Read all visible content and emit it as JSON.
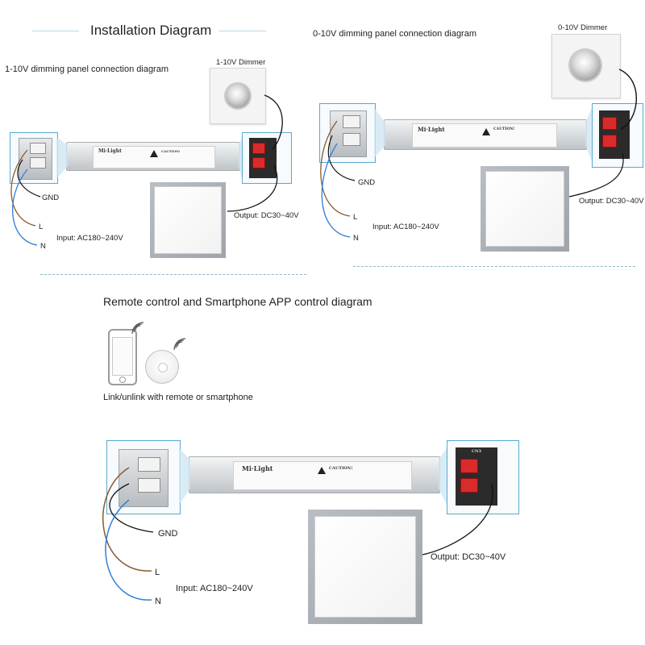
{
  "header": {
    "title": "Installation Diagram"
  },
  "section_1_10v": {
    "subtitle": "1-10V dimming panel connection diagram",
    "dimmer_label": "1-10V Dimmer",
    "gnd": "GND",
    "l": "L",
    "n": "N",
    "input": "Input: AC180~240V",
    "output": "Output: DC30~40V",
    "brand": "Mi·Light",
    "caution": "CAUTION!"
  },
  "section_0_10v": {
    "subtitle": "0-10V dimming panel connection diagram",
    "dimmer_label": "0-10V Dimmer",
    "gnd": "GND",
    "l": "L",
    "n": "N",
    "input": "Input: AC180~240V",
    "output": "Output: DC30~40V",
    "brand": "Mi·Light",
    "caution": "CAUTION!"
  },
  "section_remote": {
    "subtitle": "Remote control and Smartphone APP control diagram",
    "caption": "Link/unlink with remote or smartphone",
    "gnd": "GND",
    "l": "L",
    "n": "N",
    "input": "Input: AC180~240V",
    "output": "Output: DC30~40V",
    "brand": "Mi·Light",
    "caution": "CAUTION!",
    "terminal_label": "CN3"
  },
  "colors": {
    "accent_blue": "#5aa9cc",
    "wire_black": "#111111",
    "wire_brown": "#8a5a2b",
    "wire_blue": "#2f7fd6",
    "terminal_red": "#d92b2b"
  },
  "icons": [
    "dimmer-knob-icon",
    "led-panel-icon",
    "smartphone-icon",
    "remote-icon",
    "wireless-signal-icon",
    "warning-icon"
  ]
}
